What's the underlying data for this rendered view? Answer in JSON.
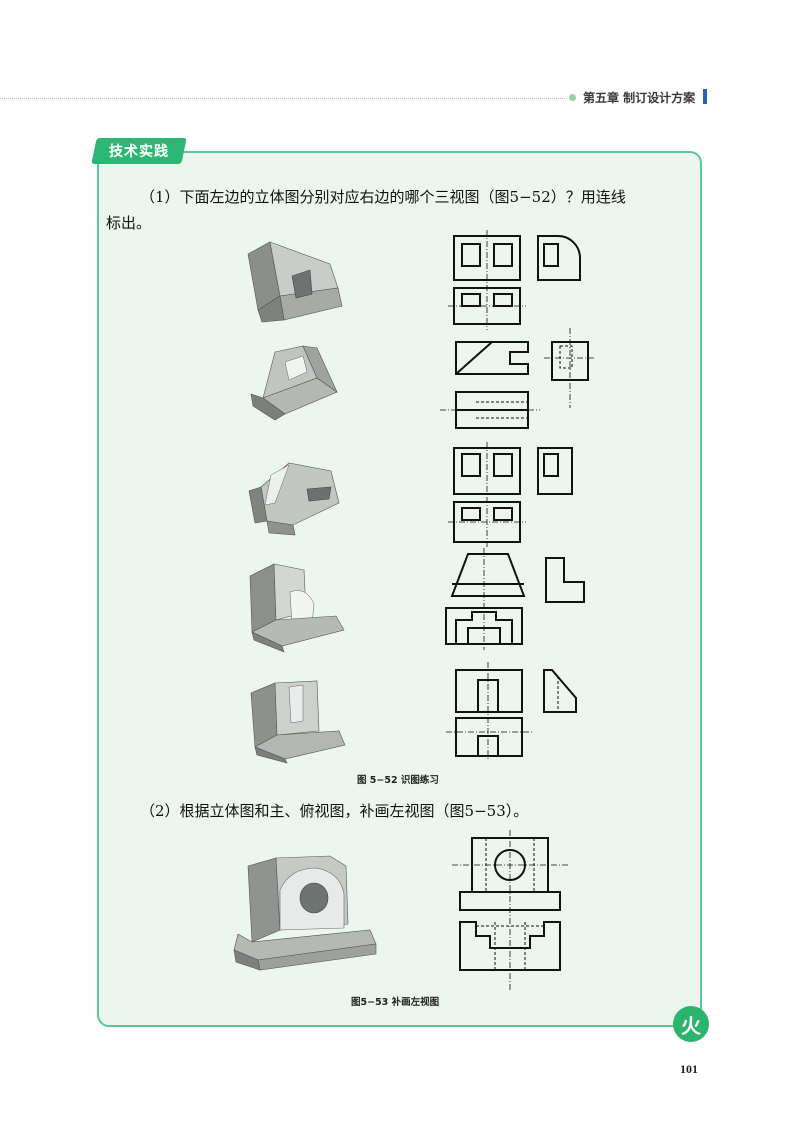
{
  "header": {
    "chapter_title": "第五章  制订设计方案"
  },
  "section": {
    "badge": "技术实践"
  },
  "q1": {
    "line1": "（1）下面左边的立体图分别对应右边的哪个三视图（图5−52）？用连线",
    "line2": "标出。",
    "caption": "图  5−52    识图练习"
  },
  "q2": {
    "text": "（2）根据立体图和主、俯视图，补画左视图（图5−53）。",
    "caption": "图5−53    补画左视图"
  },
  "corner_badge": "火",
  "page_number": "101",
  "colors": {
    "panel_bg": "#ebf7ee",
    "panel_border": "#5cc79a",
    "badge_green": "#2eb774",
    "accent_blue": "#2a62b8"
  }
}
